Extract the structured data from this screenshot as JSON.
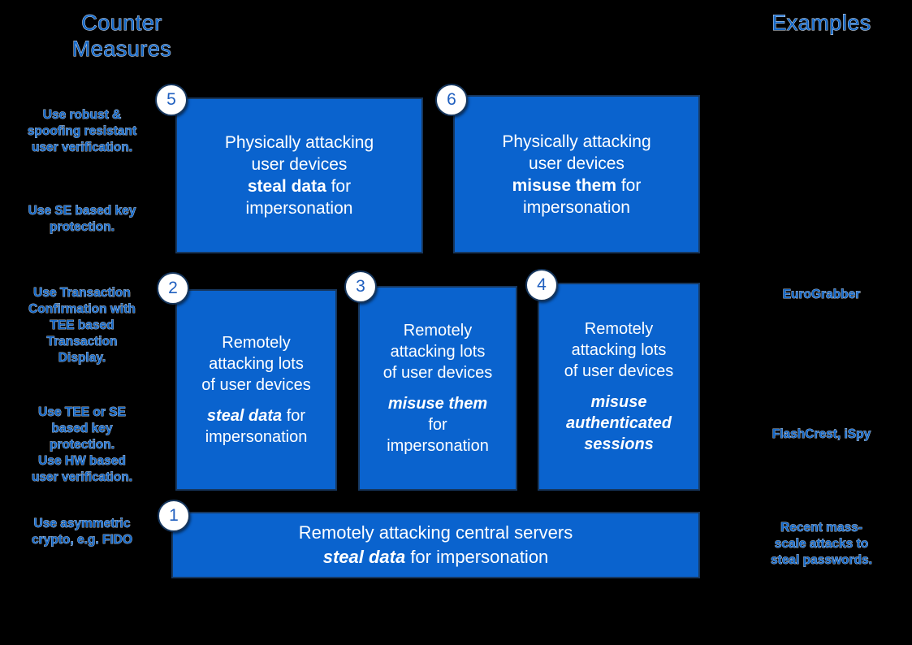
{
  "headers": {
    "counter_measures": "Counter\nMeasures",
    "examples": "Examples"
  },
  "counter_measures": [
    {
      "id": "cm-1",
      "text": "Use robust &\nspoofing resistant\nuser verification."
    },
    {
      "id": "cm-2",
      "text": "Use SE based key\nprotection."
    },
    {
      "id": "cm-3",
      "text": "Use Transaction\nConfirmation with\nTEE based\nTransaction\nDisplay."
    },
    {
      "id": "cm-4",
      "text": "Use TEE or SE\nbased key\nprotection.\nUse HW based\nuser verification."
    },
    {
      "id": "cm-5",
      "text": "Use asymmetric\ncrypto, e.g. FIDO"
    }
  ],
  "examples": [
    {
      "id": "ex-1",
      "text": "EuroGrabber"
    },
    {
      "id": "ex-2",
      "text": "FlashCrest, iSpy"
    },
    {
      "id": "ex-3",
      "text": "Recent mass-\nscale attacks to\nsteal passwords."
    }
  ],
  "boxes": {
    "box1": {
      "number": "1",
      "line1": "Remotely attacking central servers",
      "emphasis": "steal data",
      "line2": " for impersonation"
    },
    "box2": {
      "number": "2",
      "line1": "Remotely\nattacking lots\nof user devices",
      "emphasis": "steal data",
      "line2": " for\nimpersonation"
    },
    "box3": {
      "number": "3",
      "line1": "Remotely\nattacking lots\nof user devices",
      "emphasis": "misuse them",
      "line2": "for\nimpersonation"
    },
    "box4": {
      "number": "4",
      "line1": "Remotely\nattacking lots\nof user devices",
      "emphasis": "misuse\nauthenticated\nsessions",
      "line2": ""
    },
    "box5": {
      "number": "5",
      "line1": "Physically attacking\nuser devices",
      "emphasis": "steal data",
      "line2": " for\nimpersonation"
    },
    "box6": {
      "number": "6",
      "line1": "Physically attacking\nuser devices",
      "emphasis": "misuse them",
      "line2": " for\nimpersonation"
    }
  },
  "colors": {
    "background": "#000000",
    "box_fill": "#0A63CE",
    "box_border": "#17375E",
    "box_text": "#FFFFFF",
    "side_text": "#1267C8",
    "side_text_outline": "#E6EDF7",
    "badge_fill": "#FFFFFF",
    "badge_border": "#17375E",
    "badge_number": "#1F5FBF"
  }
}
